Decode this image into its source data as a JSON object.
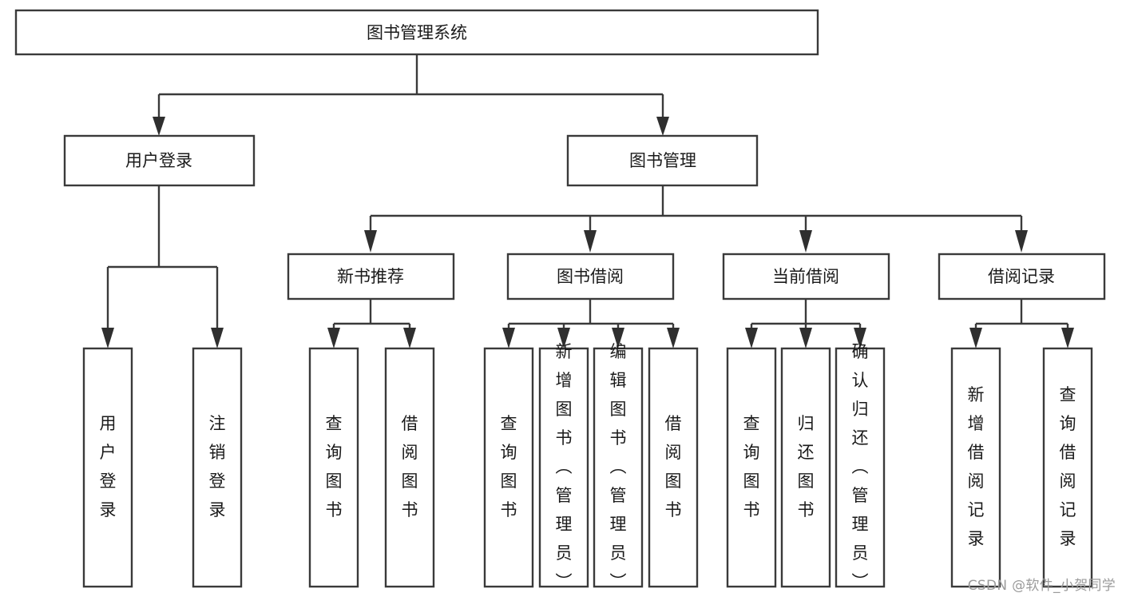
{
  "diagram": {
    "type": "tree-hierarchy",
    "title": "图书管理系统",
    "root": {
      "id": "root",
      "label": "图书管理系统",
      "level": 0
    },
    "level1": [
      {
        "id": "user-login",
        "label": "用户登录",
        "level": 1
      },
      {
        "id": "book-management",
        "label": "图书管理",
        "level": 1
      }
    ],
    "level2": [
      {
        "id": "new-book-recommend",
        "label": "新书推荐",
        "level": 2,
        "parent": "book-management"
      },
      {
        "id": "book-borrow",
        "label": "图书借阅",
        "level": 2,
        "parent": "book-management"
      },
      {
        "id": "current-borrow",
        "label": "当前借阅",
        "level": 2,
        "parent": "book-management"
      },
      {
        "id": "borrow-record",
        "label": "借阅记录",
        "level": 2,
        "parent": "book-management"
      }
    ],
    "leaves": [
      {
        "id": "leaf-user-login",
        "label": "用户登录",
        "parent": "user-login",
        "orientation": "vertical"
      },
      {
        "id": "leaf-user-logout",
        "label": "注销登录",
        "parent": "user-login",
        "orientation": "vertical"
      },
      {
        "id": "leaf-query-book-1",
        "label": "查询图书",
        "parent": "new-book-recommend",
        "orientation": "vertical"
      },
      {
        "id": "leaf-borrow-book-1",
        "label": "借阅图书",
        "parent": "new-book-recommend",
        "orientation": "vertical"
      },
      {
        "id": "leaf-query-book-2",
        "label": "查询图书",
        "parent": "book-borrow",
        "orientation": "vertical"
      },
      {
        "id": "leaf-add-book",
        "label": "新增图书（管理员）",
        "parent": "book-borrow",
        "orientation": "vertical"
      },
      {
        "id": "leaf-edit-book",
        "label": "编辑图书（管理员）",
        "parent": "book-borrow",
        "orientation": "vertical"
      },
      {
        "id": "leaf-borrow-book-2",
        "label": "借阅图书",
        "parent": "book-borrow",
        "orientation": "vertical"
      },
      {
        "id": "leaf-query-book-3",
        "label": "查询图书",
        "parent": "current-borrow",
        "orientation": "vertical"
      },
      {
        "id": "leaf-return-book",
        "label": "归还图书",
        "parent": "current-borrow",
        "orientation": "vertical"
      },
      {
        "id": "leaf-confirm-return",
        "label": "确认归还（管理员）",
        "parent": "current-borrow",
        "orientation": "vertical"
      },
      {
        "id": "leaf-add-record",
        "label": "新增借阅记录",
        "parent": "borrow-record",
        "orientation": "vertical"
      },
      {
        "id": "leaf-query-record",
        "label": "查询借阅记录",
        "parent": "borrow-record",
        "orientation": "vertical"
      }
    ],
    "colors": {
      "box_stroke": "#3a3a3a",
      "box_fill": "#ffffff",
      "connector": "#3a3a3a",
      "text": "#1a1a1a",
      "background": "#ffffff",
      "watermark": "#9b9b9b"
    }
  },
  "watermark": {
    "text": "CSDN @软件_小贺同学"
  }
}
